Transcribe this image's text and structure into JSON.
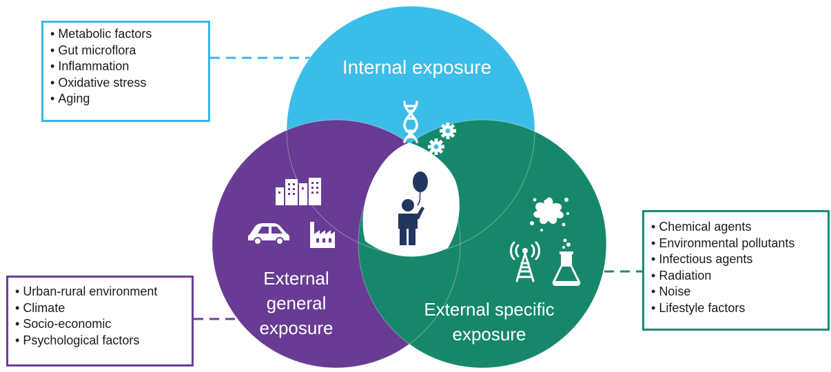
{
  "colors": {
    "internal": "#3bbde9",
    "general": "#683b94",
    "specific": "#17876b",
    "center": "#ffffff",
    "icon_dark": "#233660"
  },
  "circles": {
    "internal": {
      "label": "Internal exposure",
      "icons": [
        "dna-icon",
        "gears-icon"
      ]
    },
    "general": {
      "label": "External\ngeneral\nexposure",
      "icons": [
        "buildings-icon",
        "car-icon",
        "factory-icon"
      ]
    },
    "specific": {
      "label": "External specific\nexposure",
      "icons": [
        "splash-icon",
        "radio-tower-icon",
        "flask-icon"
      ]
    },
    "center": {
      "icons": [
        "child-with-balloon-icon"
      ]
    }
  },
  "boxes": {
    "internal": {
      "items": [
        "Metabolic factors",
        "Gut microflora",
        "Inflammation",
        "Oxidative stress",
        "Aging"
      ]
    },
    "general": {
      "items": [
        "Urban-rural environment",
        "Climate",
        "Socio-economic",
        "Psychological factors"
      ]
    },
    "specific": {
      "items": [
        "Chemical agents",
        "Environmental pollutants",
        "Infectious agents",
        "Radiation",
        "Noise",
        "Lifestyle factors"
      ]
    }
  }
}
